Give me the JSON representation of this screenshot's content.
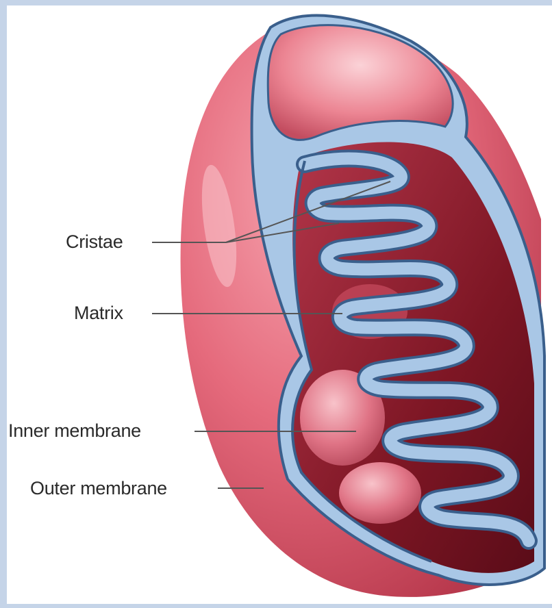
{
  "diagram": {
    "labels": {
      "cristae": "Cristae",
      "matrix": "Matrix",
      "inner_membrane": "Inner membrane",
      "outer_membrane": "Outer membrane"
    },
    "colors": {
      "outer_shell": "#e56a7c",
      "outer_shell_dark": "#b8394d",
      "interior": "#8a1d2c",
      "membrane_blue": "#a9c7e6",
      "membrane_outline": "#3a5f8c",
      "frame": "#c5d4e8"
    }
  }
}
